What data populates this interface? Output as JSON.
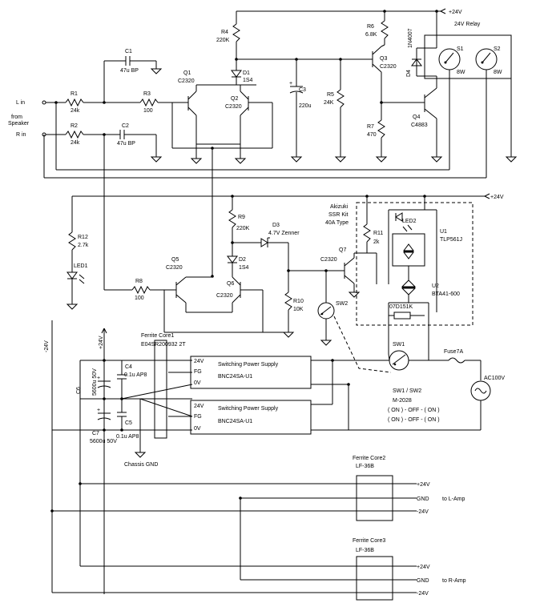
{
  "rails": {
    "top_plus24": "+24V",
    "mid_plus24": "+24V",
    "minus24_left": "-24V",
    "plus24_supply": "+24V"
  },
  "inputs": {
    "l_in": "L in",
    "r_in": "R in",
    "from_speaker_1": "from",
    "from_speaker_2": "Speaker"
  },
  "components": {
    "r1": {
      "ref": "R1",
      "value": "24k"
    },
    "r2": {
      "ref": "R2",
      "value": "24k"
    },
    "r3": {
      "ref": "R3",
      "value": "100"
    },
    "r4": {
      "ref": "R4",
      "value": "220K"
    },
    "r5": {
      "ref": "R5",
      "value": "24K"
    },
    "r6": {
      "ref": "R6",
      "value": "6.8K"
    },
    "r7": {
      "ref": "R7",
      "value": "470"
    },
    "r8": {
      "ref": "R8",
      "value": "100"
    },
    "r9": {
      "ref": "R9",
      "value": "220K"
    },
    "r10": {
      "ref": "R10",
      "value": "10K"
    },
    "r11": {
      "ref": "R11",
      "value": "2k"
    },
    "r12": {
      "ref": "R12",
      "value": "2.7k"
    },
    "c1": {
      "ref": "C1",
      "value": "47u BP"
    },
    "c2": {
      "ref": "C2",
      "value": "47u BP"
    },
    "c3": {
      "ref": "C3",
      "value": "220u"
    },
    "c4": {
      "ref": "C4",
      "value": "0.1u AP8"
    },
    "c5": {
      "ref": "C5",
      "value": "0.1u AP8"
    },
    "c6": {
      "ref": "C6",
      "value": "5600u 50V"
    },
    "c7": {
      "ref": "C7",
      "value": "5600u 50V"
    },
    "q1": {
      "ref": "Q1",
      "value": "C2320"
    },
    "q2": {
      "ref": "Q2",
      "value": "C2320"
    },
    "q3": {
      "ref": "Q3",
      "value": "C2320"
    },
    "q4": {
      "ref": "Q4",
      "value": "C4883"
    },
    "q5": {
      "ref": "Q5",
      "value": "C2320"
    },
    "q6": {
      "ref": "Q6",
      "value": "C2320"
    },
    "q7": {
      "ref": "Q7",
      "value": "C2320"
    },
    "d1": {
      "ref": "D1",
      "value": "1S4"
    },
    "d2": {
      "ref": "D2",
      "value": "1S4"
    },
    "d3": {
      "ref": "D3",
      "value": "4.7V Zenner"
    },
    "d4": {
      "ref": "D4",
      "value": "1N4007"
    },
    "led1": {
      "ref": "LED1"
    },
    "led2": {
      "ref": "LED2"
    },
    "u1": {
      "ref": "U1",
      "value": "TLP561J"
    },
    "u2": {
      "ref": "U2",
      "value": "BTA41-600"
    },
    "varistor": {
      "value": "07D151K"
    },
    "sw1": {
      "ref": "SW1"
    },
    "sw2": {
      "ref": "SW2"
    },
    "switch_note": {
      "line1": "SW1 / SW2",
      "line2": "M-2028",
      "line3": "( ON ) - OFF - ( ON )",
      "line4": "( ON ) - OFF - ( ON )"
    },
    "fuse": {
      "ref": "Fuse7A"
    },
    "ac": {
      "ref": "AC100V"
    }
  },
  "relay": {
    "title": "24V Relay",
    "s1": "S1",
    "s2": "S2",
    "s1_type": "8W",
    "s2_type": "8W"
  },
  "akizuki": {
    "line1": "Akizuki",
    "line2": "SSR Kit",
    "line3": "40A Type"
  },
  "ferrite1": {
    "name": "Ferrite Core1",
    "part": "E04SR200932 2T"
  },
  "psu": {
    "label": "Switching Power Supply",
    "model": "BNC24SA-U1",
    "pin_24v": "24V",
    "pin_fg": "FG",
    "pin_0v": "0V"
  },
  "chassis_gnd": "Chassis GND",
  "ferrite2": {
    "name": "Ferrite Core2",
    "part": "LF-36B"
  },
  "ferrite3": {
    "name": "Ferrite Core3",
    "part": "LF-36B"
  },
  "outputs": {
    "plus24": "+24V",
    "gnd": "GND",
    "minus24": "-24V",
    "to_l_amp": "to L-Amp",
    "to_r_amp": "to R-Amp"
  }
}
